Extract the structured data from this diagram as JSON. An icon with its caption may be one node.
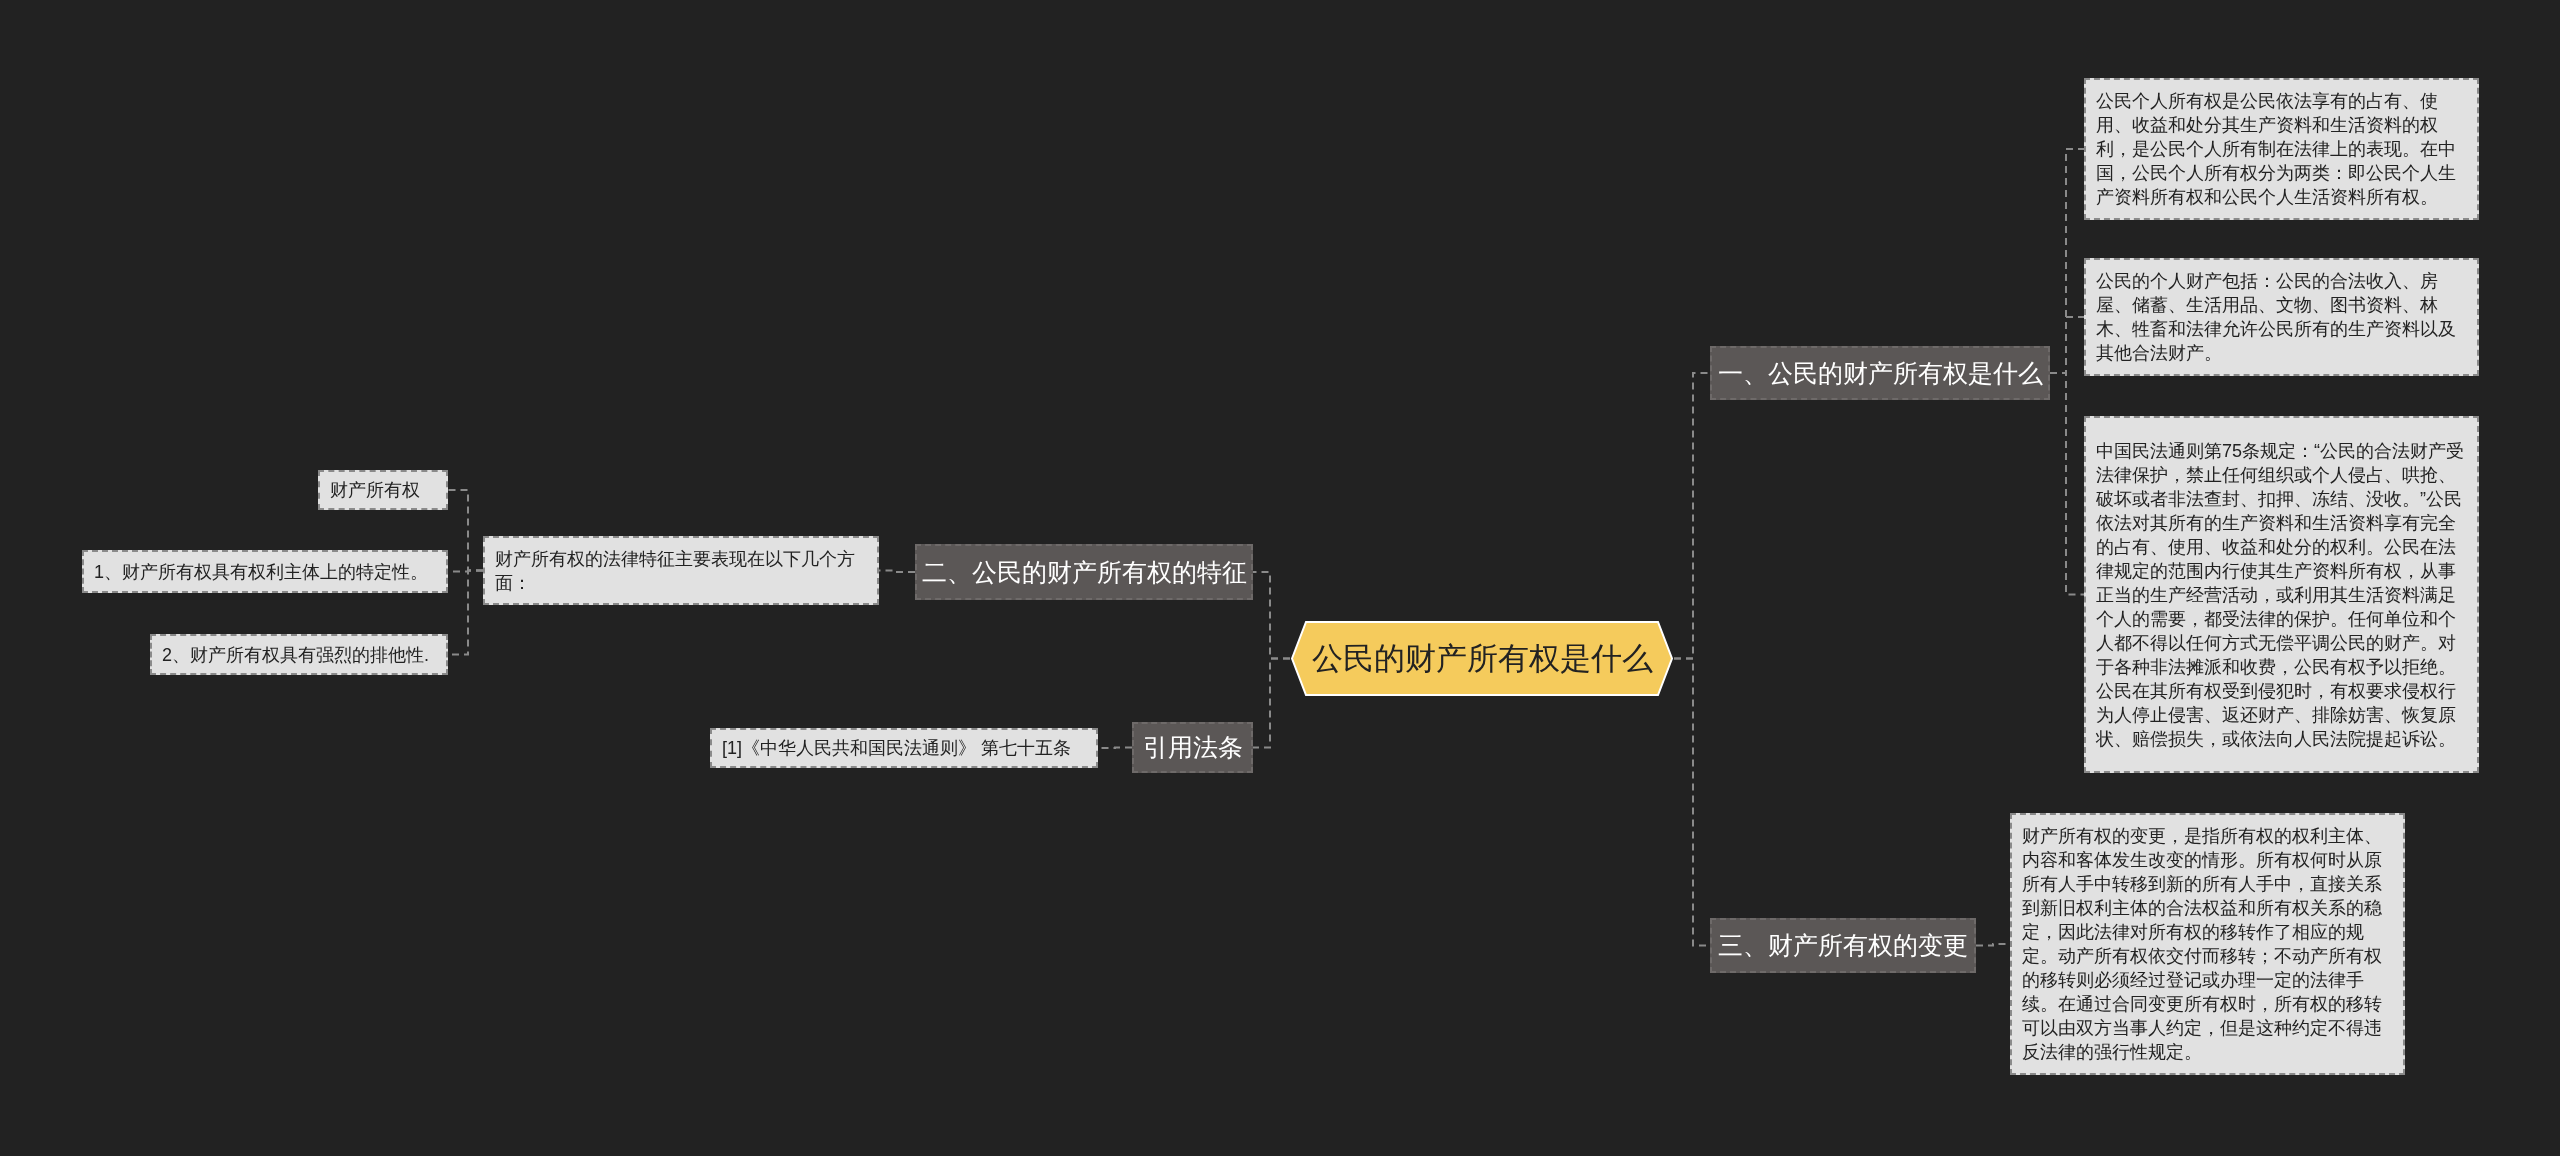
{
  "diagram": {
    "nodes": [
      {
        "text": [
          "公民的财产所有权是什么"
        ]
      },
      {
        "text": [
          "一、公民的财产所有权是什么"
        ]
      },
      {
        "text": [
          "公民个人所有权是公民依法享有的占有、使用、收益和处分其生产资料和生活资料的权利，是公民个人所有制在法律上的表现。在中国，公民个人所有权分为两类：即公民个人生产资料所有权和公民个人生活资料所有权。"
        ]
      },
      {
        "text": [
          "公民的个人财产包括：公民的合法收入、房屋、储蓄、生活用品、文物、图书资料、林木、牲畜和法律允许公民所有的生产资料以及其他合法财产。"
        ]
      },
      {
        "text": [
          "中国民法通则第75条规定：“公民的合法财产受法律保护，禁止任何组织或个人侵占、哄抢、破坏或者非法查封、扣押、冻结、没收。”公民依法对其所有的生产资料和生活资料享有完全的占有、使用、收益和处分的权利。公民在法律规定的范围内行使其生产资料所有权，从事正当的生产经营活动，或利用其生活资料满足个人的需要，都受法律的保护。任何单位和个人都不得以任何方式无偿平调公民的财产。对于各种非法摊派和收费，公民有权予以拒绝。公民在其所有权受到侵犯时，有权要求侵权行为人停止侵害、返还财产、排除妨害、恢复原状、赔偿损失，或依法向人民法院提起诉讼。"
        ]
      },
      {
        "text": [
          "三、财产所有权的变更"
        ]
      },
      {
        "text": [
          "财产所有权的变更，是指所有权的权利主体、内容和客体发生改变的情形。所有权何时从原所有人手中转移到新的所有人手中，直接关系到新旧权利主体的合法权益和所有权关系的稳定，因此法律对所有权的移转作了相应的规定。动产所有权依交付而移转；不动产所有权的移转则必须经过登记或办理一定的法律手续。在通过合同变更所有权时，所有权的移转可以由双方当事人约定，但是这种约定不得违反法律的强行性规定。"
        ]
      },
      {
        "text": [
          "二、公民的财产所有权的特征"
        ]
      },
      {
        "text": [
          "财产所有权的法律特征主要表现在以下几个方面："
        ]
      },
      {
        "text": [
          "财产所有权"
        ]
      },
      {
        "text": [
          "1、财产所有权具有权利主体上的特定性。"
        ]
      },
      {
        "text": [
          "2、财产所有权具有强烈的排他性."
        ]
      },
      {
        "text": [
          "引用法条"
        ]
      },
      {
        "text": [
          "[1]《中华人民共和国民法通则》 第七十五条"
        ]
      }
    ],
    "edges": [
      {
        "from": 0,
        "to": 1,
        "arrow": "none",
        "style": "dashed"
      },
      {
        "from": 1,
        "to": 2,
        "arrow": "none",
        "style": "dashed"
      },
      {
        "from": 1,
        "to": 3,
        "arrow": "none",
        "style": "dashed"
      },
      {
        "from": 1,
        "to": 4,
        "arrow": "none",
        "style": "dashed"
      },
      {
        "from": 0,
        "to": 5,
        "arrow": "none",
        "style": "dashed"
      },
      {
        "from": 5,
        "to": 6,
        "arrow": "none",
        "style": "dashed"
      },
      {
        "from": 0,
        "to": 7,
        "arrow": "none",
        "style": "dashed"
      },
      {
        "from": 7,
        "to": 8,
        "arrow": "none",
        "style": "dashed"
      },
      {
        "from": 8,
        "to": 9,
        "arrow": "none",
        "style": "dashed"
      },
      {
        "from": 8,
        "to": 10,
        "arrow": "none",
        "style": "dashed"
      },
      {
        "from": 8,
        "to": 11,
        "arrow": "none",
        "style": "dashed"
      },
      {
        "from": 0,
        "to": 12,
        "arrow": "none",
        "style": "dashed"
      },
      {
        "from": 12,
        "to": 13,
        "arrow": "none",
        "style": "dashed"
      }
    ]
  }
}
